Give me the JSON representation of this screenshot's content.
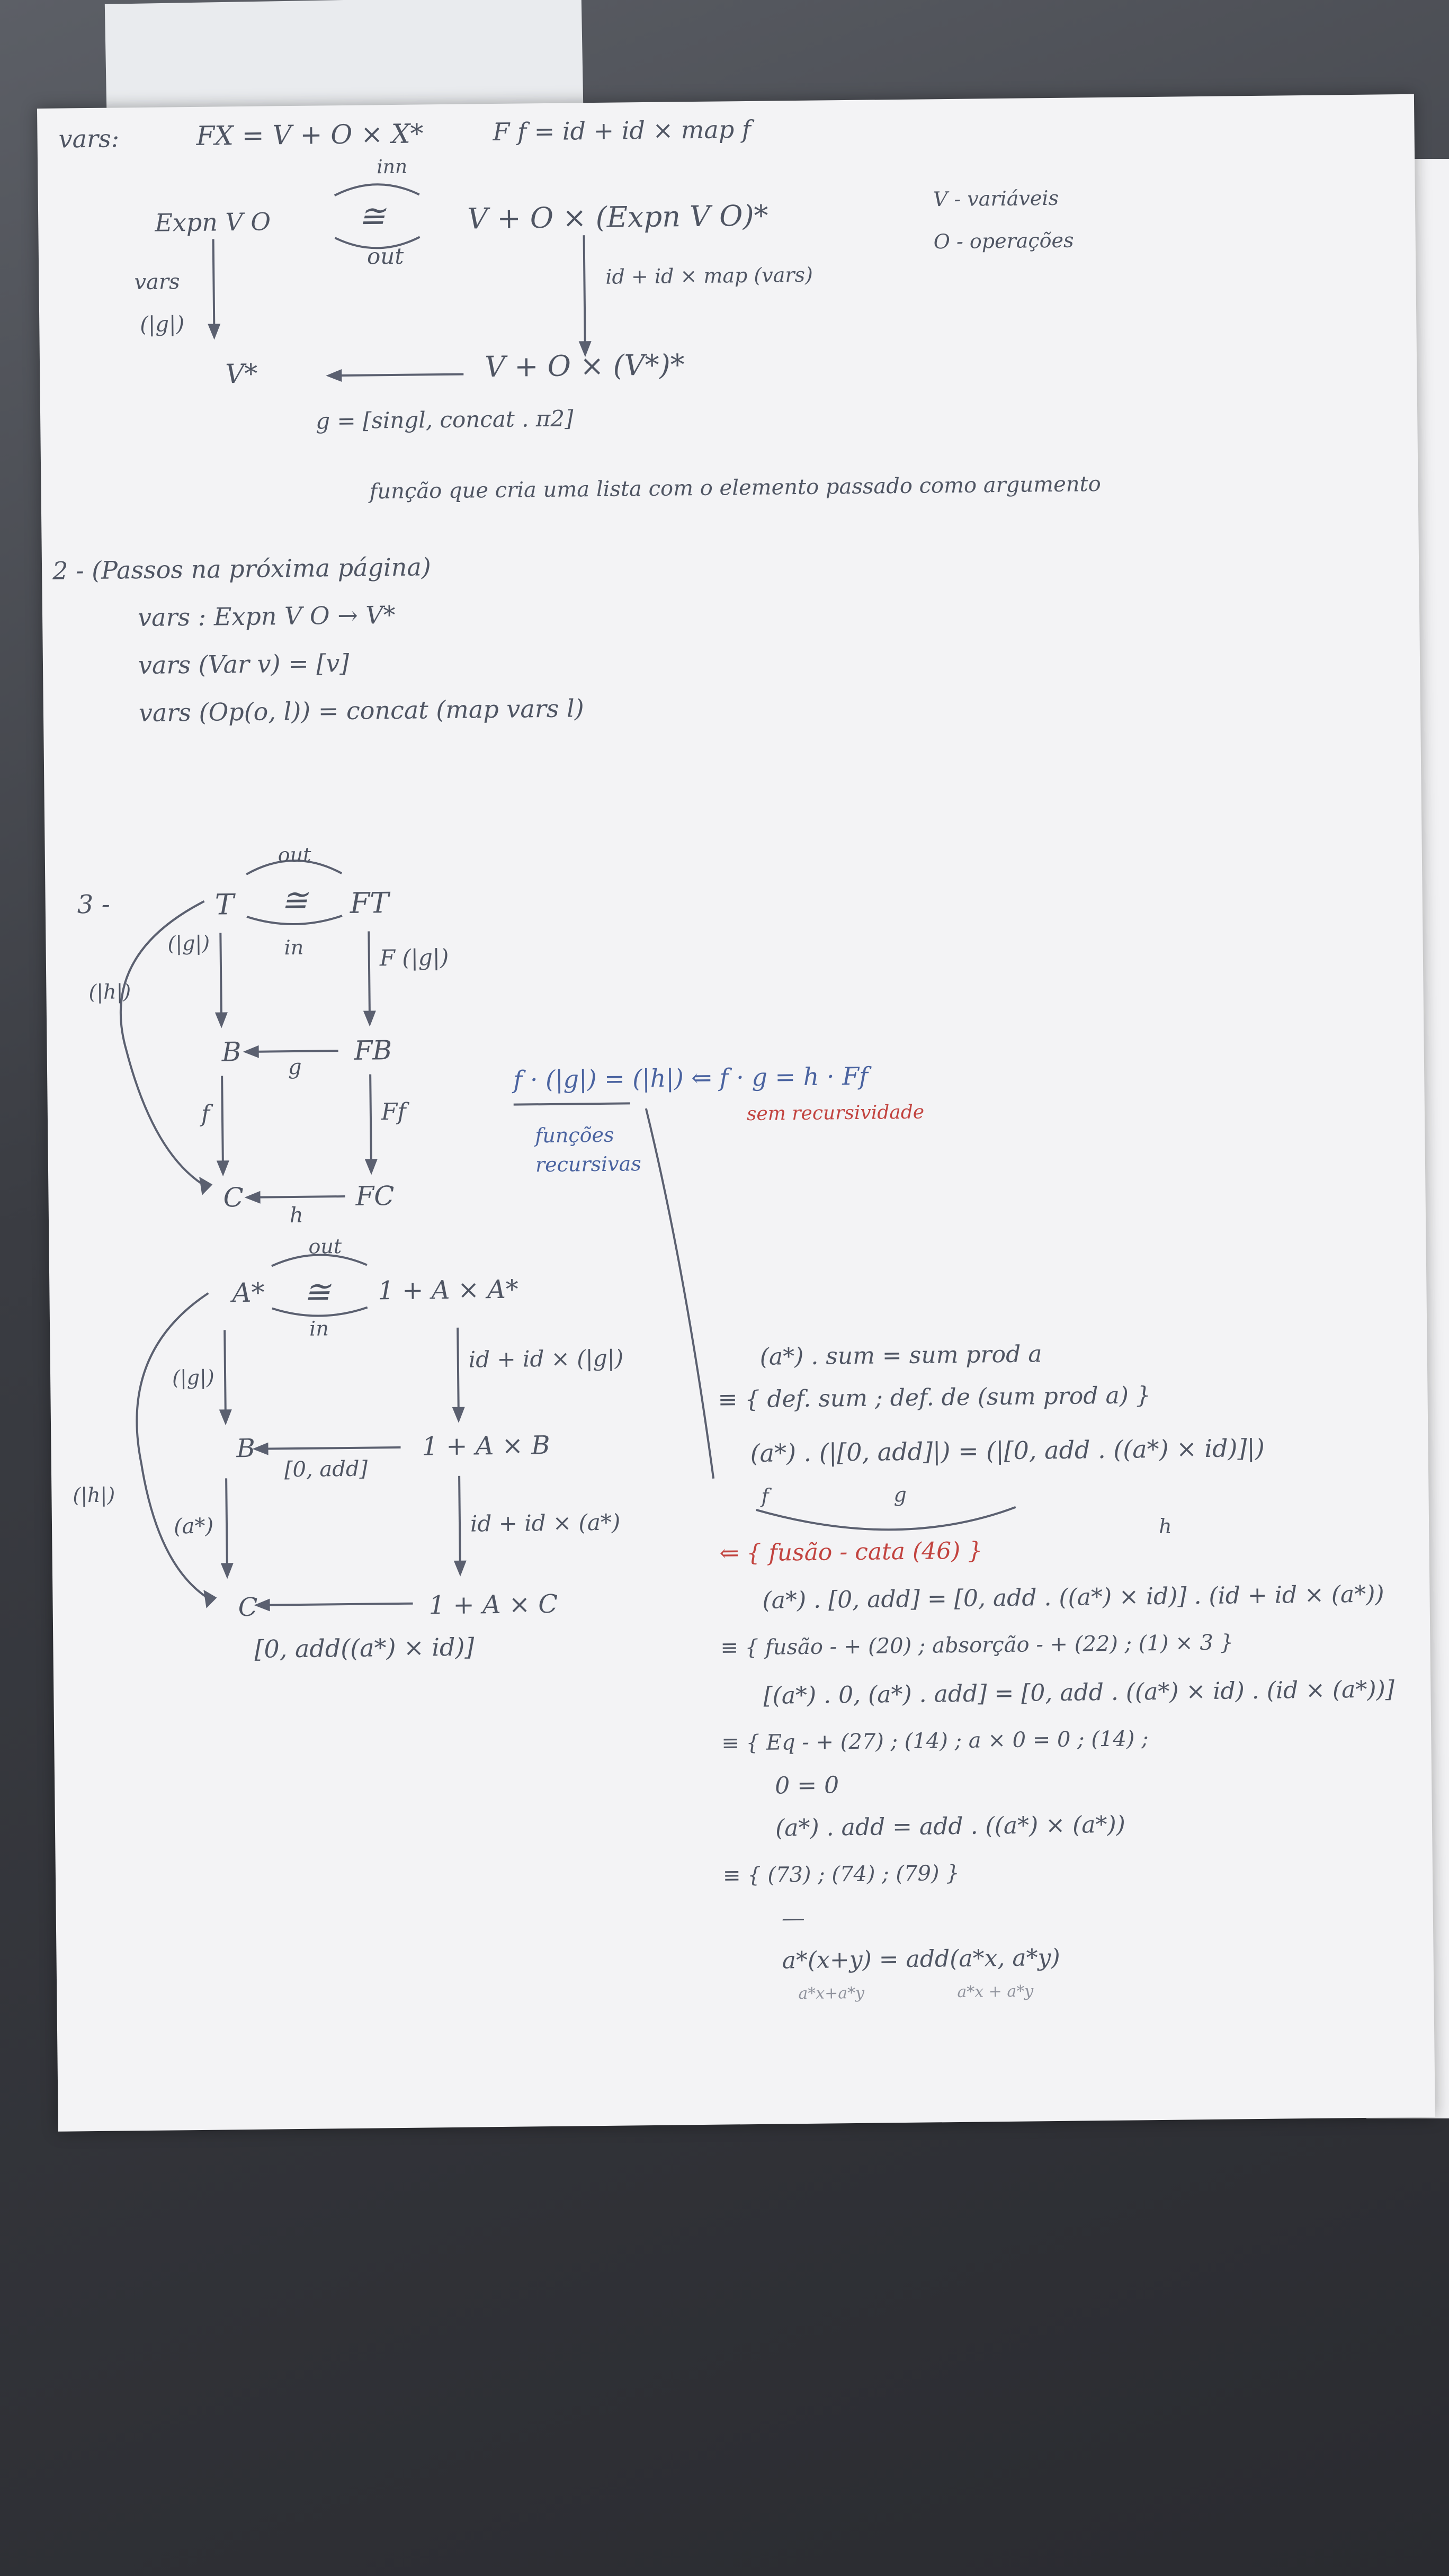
{
  "header": {
    "vars_label": "vars:",
    "functor_def": "FX = V + O × X*",
    "fmap_def": "F f = id + id × map f"
  },
  "diagram1": {
    "top_left": "Expn V O",
    "iso": "≅",
    "top_right": "V + O × (Expn V O)*",
    "inn_label": "inn",
    "out_label": "out",
    "legend_v": "V - variáveis",
    "legend_o": "O - operações",
    "vars_arrow": "vars",
    "cata_g": "(|g|)",
    "right_arrow": "id + id × map (vars)",
    "bottom_left": "V*",
    "bottom_right": "V + O × (V*)*",
    "g_def": "g = [singl, concat . π2]",
    "note": "função que cria uma lista com o elemento passado como argumento"
  },
  "section2": {
    "heading": "2 - (Passos na próxima página)",
    "line1": "vars : Expn V O → V*",
    "line2": "vars (Var v) = [v]",
    "line3": "vars (Op(o, l)) = concat (map vars l)"
  },
  "section3": {
    "number": "3 -",
    "T": "T",
    "iso": "≅",
    "FT": "FT",
    "out": "out",
    "in": "in",
    "cata_g": "(|g|)",
    "F_cata_g": "F (|g|)",
    "cata_h": "(|h|)",
    "B": "B",
    "FB": "FB",
    "g": "g",
    "f": "f",
    "Ff": "Ff",
    "C": "C",
    "FC": "FC",
    "h": "h",
    "fusion_law": "f · (|g|) = (|h|) ⇐ f · g = h · Ff",
    "fusion_note": "sem recursividade",
    "recursive_note_1": "funções",
    "recursive_note_2": "recursivas"
  },
  "diagram2": {
    "A_star": "A*",
    "iso": "≅",
    "right_top": "1 + A × A*",
    "out": "out",
    "in": "in",
    "cata_g": "(|g|)",
    "right_arrow1": "id + id × (|g|)",
    "cata_h": "(|h|)",
    "B": "B",
    "zero_add": "[0, add]",
    "right_mid": "1 + A × B",
    "a_times": "(a*)",
    "right_arrow2": "id + id × (a*)",
    "C": "C",
    "right_bot": "1 + A × C",
    "h_def": "[0, add((a*) × id)]"
  },
  "proof": {
    "l1": "(a*) . sum = sum prod a",
    "l2": "≡ { def. sum ; def. de (sum prod a) }",
    "l3": "(a*) . (|[0, add]|) = (|[0, add . ((a*) × id)]|)",
    "l3_f": "f",
    "l3_g": "g",
    "l3_h": "h",
    "l4": "⇐ { fusão - cata (46) }",
    "l5": "(a*) . [0, add] = [0, add . ((a*) × id)] . (id + id × (a*))",
    "l6": "≡ { fusão - + (20) ; absorção - + (22) ; (1) × 3 }",
    "l7": "[(a*) . 0, (a*) . add] = [0, add . ((a*) × id) . (id × (a*))]",
    "l8": "≡ { Eq - + (27) ; (14) ; a × 0 = 0 ; (14) ;",
    "l9": "0 = 0",
    "l10": "(a*) . add = add . ((a*) × (a*))",
    "l11": "≡ { (73) ; (74) ; (79) }",
    "l12": "—",
    "l13": "a*(x+y) = add(a*x, a*y)",
    "l14a": "a*x+a*y",
    "l14b": "a*x + a*y"
  }
}
